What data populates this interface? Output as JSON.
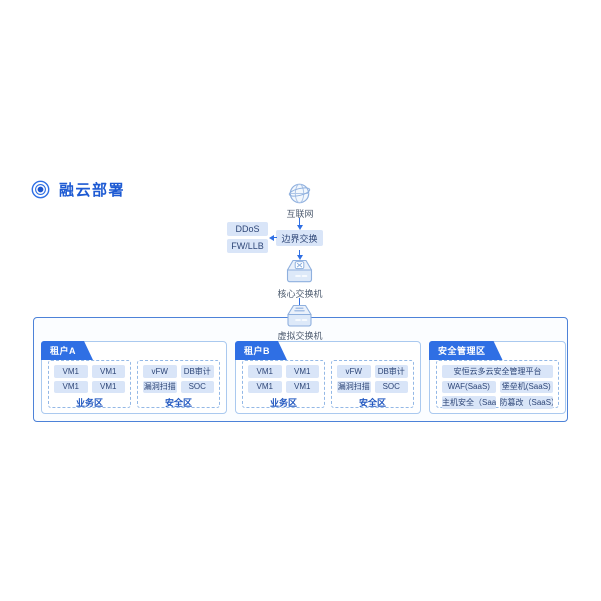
{
  "page": {
    "title": "融云部署",
    "accent_color": "#2f6fe4",
    "chip_bg": "#d9e5f8",
    "chip_text": "#2e4677"
  },
  "icons": {
    "title": "target-icon",
    "internet": "globe-icon",
    "core_switch": "switch-icon",
    "virtual_switch": "switch-icon"
  },
  "flow": {
    "internet_label": "互联网",
    "edge_switch_label": "边界交换",
    "ddos_label": "DDoS",
    "fwllb_label": "FW/LLB",
    "core_switch_label": "核心交换机",
    "virtual_switch_label": "虚拟交换机"
  },
  "zones": {
    "tenant_a": {
      "name": "租户A",
      "business": {
        "label": "业务区",
        "vms": [
          "VM1",
          "VM1",
          "VM1",
          "VM1"
        ]
      },
      "security": {
        "label": "安全区",
        "items": [
          "vFW",
          "DB审计",
          "漏洞扫描",
          "SOC"
        ]
      }
    },
    "tenant_b": {
      "name": "租户B",
      "business": {
        "label": "业务区",
        "vms": [
          "VM1",
          "VM1",
          "VM1",
          "VM1"
        ]
      },
      "security": {
        "label": "安全区",
        "items": [
          "vFW",
          "DB审计",
          "漏洞扫描",
          "SOC"
        ]
      }
    },
    "management": {
      "name": "安全管理区",
      "platform": "安恒云多云安全管理平台",
      "services": [
        "WAF(SaaS)",
        "堡垒机(SaaS)",
        "主机安全（SaaS）",
        "防篡改（SaaS）"
      ]
    }
  }
}
